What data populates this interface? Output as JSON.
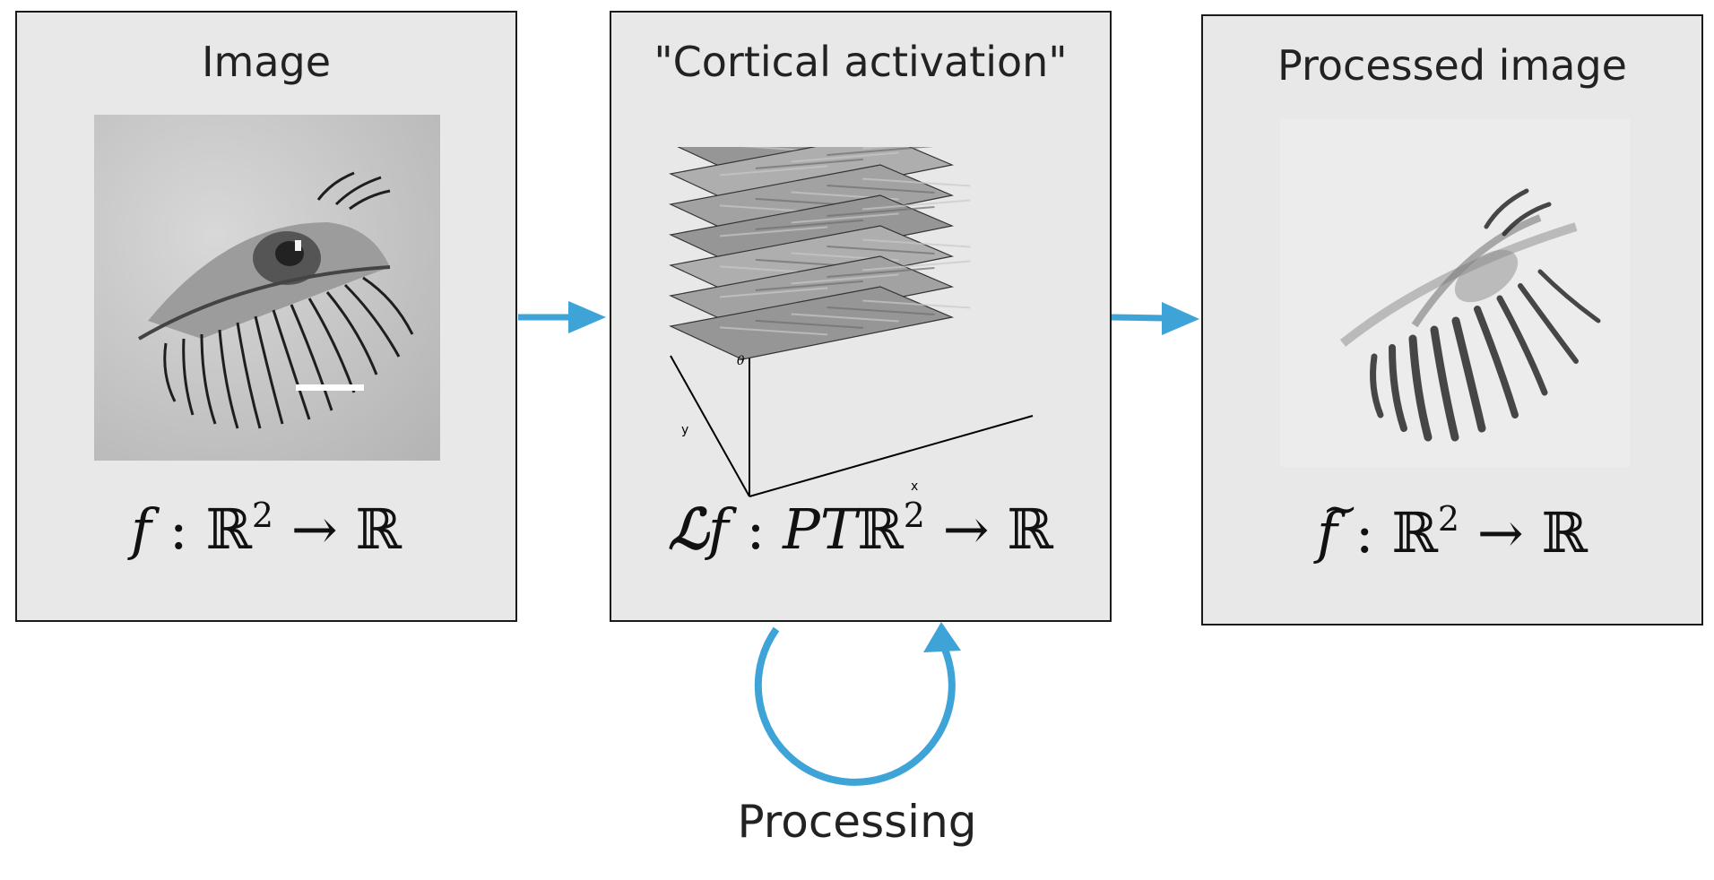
{
  "panels": {
    "image": {
      "title": "Image",
      "formula": {
        "f": "f",
        "colon": " : ",
        "domain": "ℝ",
        "exp": "2",
        "arrow": " → ",
        "codomain": "ℝ"
      }
    },
    "cortical": {
      "title": "\"Cortical activation\"",
      "formula": {
        "L": "ℒ",
        "f": "f",
        "colon": " : ",
        "pt": "PT",
        "domain": "ℝ",
        "exp": "2",
        "arrow": " → ",
        "codomain": "ℝ"
      },
      "axes": {
        "x": "x",
        "y": "y",
        "theta": "θ"
      }
    },
    "processed": {
      "title": "Processed image",
      "formula": {
        "tilde": "~",
        "f": "f",
        "colon": " : ",
        "domain": "ℝ",
        "exp": "2",
        "arrow": " → ",
        "codomain": "ℝ"
      }
    }
  },
  "caption": "Processing",
  "colors": {
    "arrow": "#3ea4d8",
    "panel_bg": "#e8e8e8",
    "border": "#1a1a1a"
  }
}
